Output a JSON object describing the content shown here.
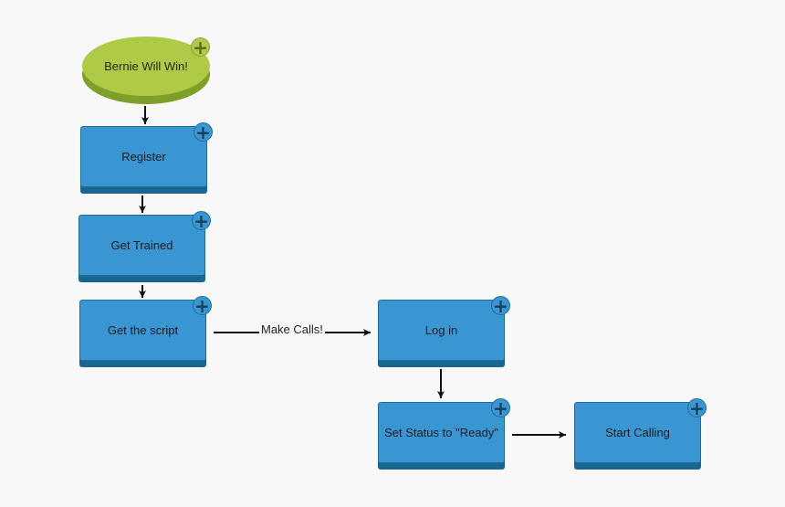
{
  "flowchart": {
    "start_node": {
      "label": "Bernie Will Win!"
    },
    "nodes": {
      "register": {
        "label": "Register"
      },
      "get_trained": {
        "label": "Get Trained"
      },
      "get_script": {
        "label": "Get the script"
      },
      "log_in": {
        "label": "Log in"
      },
      "set_status": {
        "label": "Set Status to \"Ready\""
      },
      "start_calling": {
        "label": "Start Calling"
      }
    },
    "edge_labels": {
      "script_to_login": "Make Calls!"
    },
    "add_button_symbol": "+",
    "colors": {
      "start_fill": "#aeca47",
      "node_fill": "#3a96d2",
      "node_shadow": "#176792",
      "background": "#f8f8f8"
    }
  }
}
